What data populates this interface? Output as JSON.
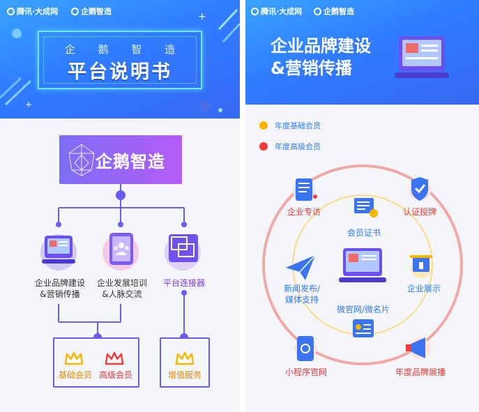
{
  "left": {
    "logo": {
      "tencent": "腾讯·大成网",
      "qp": "企鹅智造"
    },
    "header": {
      "subtitle": "企 鹅 智 造",
      "title": "平台说明书"
    },
    "brand_block": {
      "text": "企鹅智造"
    },
    "modules": [
      {
        "line1": "企业品牌建设",
        "line2": "&营销传播"
      },
      {
        "line1": "企业发展培训",
        "line2": "&人脉交流"
      },
      {
        "line1": "平台连接器",
        "line2": ""
      }
    ],
    "tiers": {
      "basic": "基础会员",
      "advanced": "高级会员",
      "value": "增值服务"
    }
  },
  "right": {
    "logo": {
      "tencent": "腾讯·大成网",
      "qp": "企鹅智造"
    },
    "header": {
      "line1": "企业品牌建设",
      "line2": "&营销传播"
    },
    "legend": [
      {
        "label": "年度基础会员",
        "color": "#f7b500"
      },
      {
        "label": "年度高级会员",
        "color": "#f03a3a"
      }
    ],
    "nodes": {
      "visit": "企业专访",
      "cert": "会员证书",
      "auth": "认证授牌",
      "news1": "新闻发布/",
      "news2": "媒体支持",
      "display": "企业展示",
      "micro": "微官网/微名片",
      "mini": "小程序官网",
      "annual": "年度品牌展播"
    }
  },
  "colors": {
    "primary": "#2f7cff",
    "purple": "#6a5cf2",
    "gold": "#f7b500",
    "red": "#f03a3a",
    "ring_outer": "#f2a7a7",
    "ring_inner": "#f7dd8a"
  }
}
